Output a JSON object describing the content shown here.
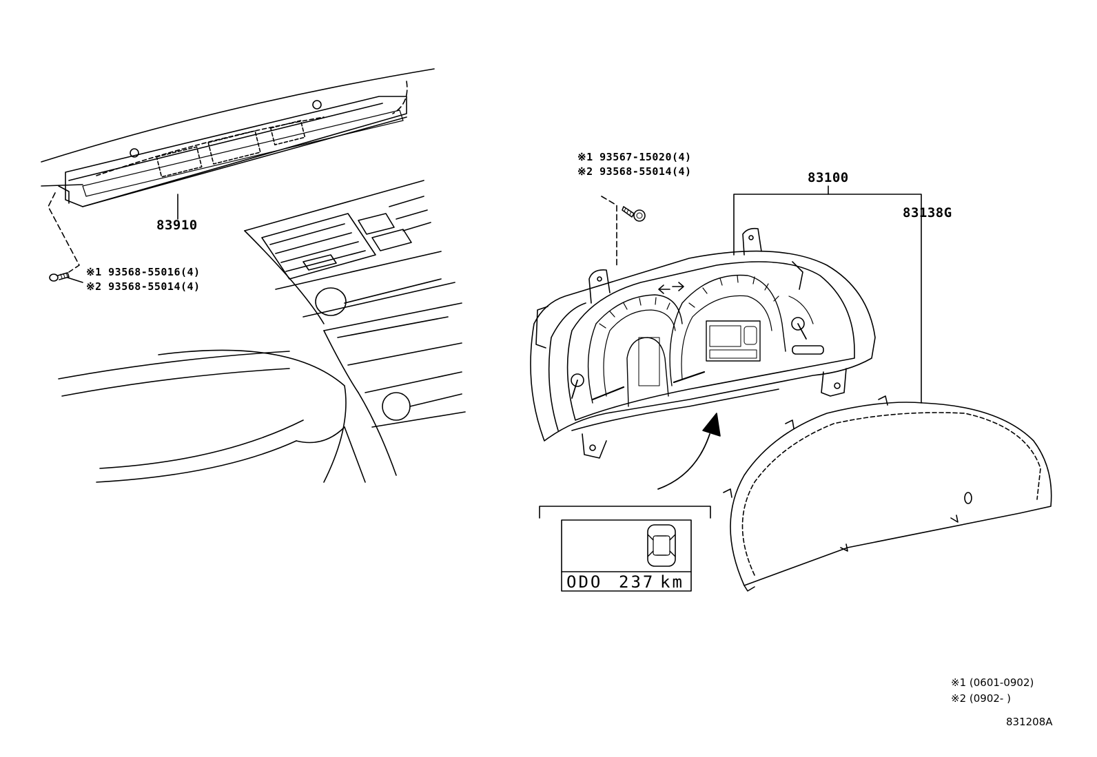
{
  "parts": {
    "center_display": "83910",
    "combination_meter": "83100",
    "meter_glass": "83138G"
  },
  "fasteners": {
    "center_display_screws": [
      "※1 93568-55016(4)",
      "※2 93568-55014(4)"
    ],
    "meter_screws": [
      "※1 93567-15020(4)",
      "※2 93568-55014(4)"
    ]
  },
  "detail_view": {
    "odo_label": "ODO",
    "odo_value": "237",
    "odo_unit": "km"
  },
  "footnotes": [
    "※1 (0601-0902)",
    "※2 (0902-      )"
  ],
  "figure_id": "831208A"
}
